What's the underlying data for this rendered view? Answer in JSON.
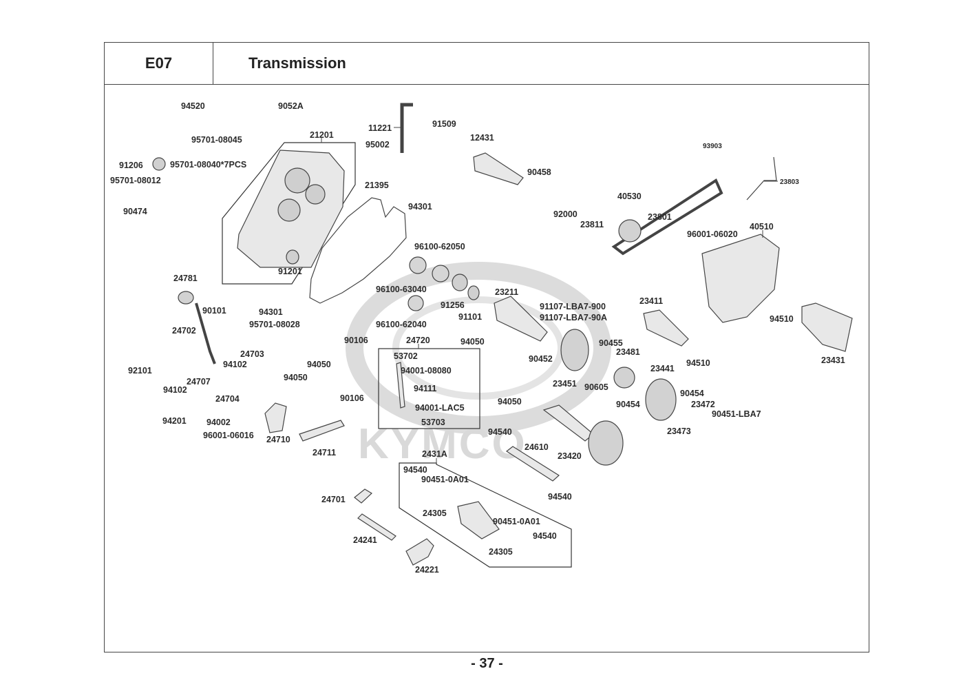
{
  "header": {
    "section_code": "E07",
    "title": "Transmission"
  },
  "watermark": "KYMCO",
  "footer": {
    "page_number": "- 37 -"
  },
  "parts": {
    "p94520": "94520",
    "p9052A": "9052A",
    "p95701_08045": "95701-08045",
    "p21201": "21201",
    "p91206": "91206",
    "p95701_08040": "95701-08040*7PCS",
    "p95701_08012": "95701-08012",
    "p90474": "90474",
    "p91201": "91201",
    "p11221": "11221",
    "p95002": "95002",
    "p91509": "91509",
    "p12431": "12431",
    "p21395": "21395",
    "p94301a": "94301",
    "p90458": "90458",
    "p93903": "93903",
    "p23803": "23803",
    "p40530": "40530",
    "p92000": "92000",
    "p23811": "23811",
    "p23801": "23801",
    "p40510": "40510",
    "p96001_06020": "96001-06020",
    "p96100_62050": "96100-62050",
    "p96100_63040": "96100-63040",
    "p91256": "91256",
    "p91101": "91101",
    "p96100_62040": "96100-62040",
    "p23211": "23211",
    "p91107_900": "91107-LBA7-900",
    "p91107_90A": "91107-LBA7-90A",
    "p23411": "23411",
    "p94510a": "94510",
    "p94510b": "94510",
    "p23431": "23431",
    "p24781": "24781",
    "p90101": "90101",
    "p94301b": "94301",
    "p95701_08028": "95701-08028",
    "p24702": "24702",
    "p90106a": "90106",
    "p24720": "24720",
    "p94050a": "94050",
    "p90452": "90452",
    "p90455": "90455",
    "p23481": "23481",
    "p23451": "23451",
    "p90605": "90605",
    "p23441": "23441",
    "p90454a": "90454",
    "p90454b": "90454",
    "p23472": "23472",
    "p90451_LBA7": "90451-LBA7",
    "p23473": "23473",
    "p92101": "92101",
    "p24703": "24703",
    "p94102a": "94102",
    "p53702": "53702",
    "p94001_08080": "94001-08080",
    "p94111": "94111",
    "p94001_LAC5": "94001-LAC5",
    "p53703": "53703",
    "p94050b": "94050",
    "p94050c": "94050",
    "p94050d": "94050",
    "p24707": "24707",
    "p94102b": "94102",
    "p24704": "24704",
    "p94201": "94201",
    "p94002": "94002",
    "p96001_06016": "96001-06016",
    "p24710": "24710",
    "p90106b": "90106",
    "p24711": "24711",
    "p94540a": "94540",
    "p24610": "24610",
    "p23420": "23420",
    "p2431A": "2431A",
    "p94540b": "94540",
    "p90451_0A01a": "90451-0A01",
    "p94540c": "94540",
    "p24701": "24701",
    "p24305a": "24305",
    "p90451_0A01b": "90451-0A01",
    "p94540d": "94540",
    "p24305b": "24305",
    "p24241": "24241",
    "p24221": "24221"
  }
}
